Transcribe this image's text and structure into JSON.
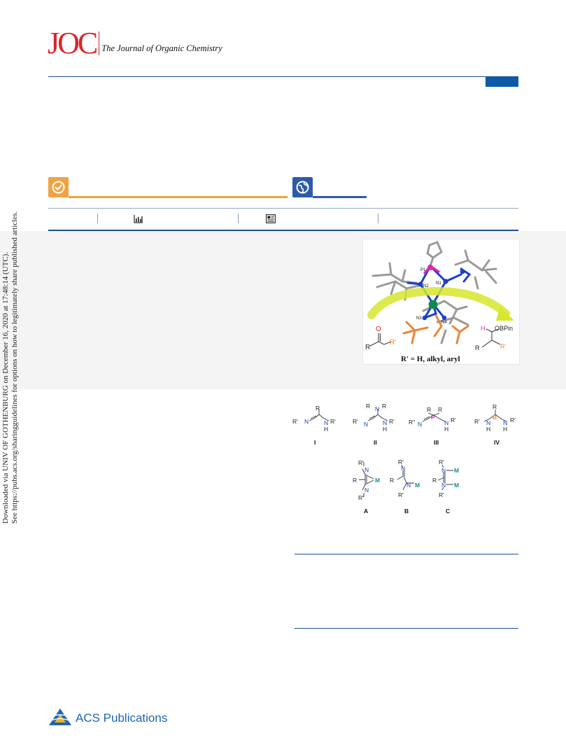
{
  "header": {
    "logo_mark": "JOC",
    "journal_name": "The Journal of Organic Chemistry"
  },
  "colors": {
    "joc_red": "#d9252a",
    "rule_blue": "#1b4f9a",
    "tab_blue": "#0d5aa7",
    "access_orange": "#f0a343",
    "access_blue": "#2c5ba8",
    "band_gray": "#f4f4f4",
    "acs_blue": "#1e64b4"
  },
  "access": {
    "check_icon": "checkmark-circle-icon",
    "globe_icon": "globe-icon"
  },
  "metrics": {
    "metrics_icon": "bar-chart-icon",
    "abstract_icon": "newspaper-icon"
  },
  "watermark": {
    "line1": "Downloaded via UNIV OF GOTHENBURG on December 16, 2020 at 17:48:14 (UTC).",
    "line2": "See https://pubs.acs.org/sharingguidelines for options on how to legitimately share published articles."
  },
  "toc_graphic": {
    "atom_labels": [
      "P1",
      "N2",
      "N1",
      "N3",
      "N4"
    ],
    "left_reactant_r": "R",
    "left_reactant_o": "O",
    "left_reactant_rprime": "R'",
    "product_h": "H",
    "product_obpin": "OBPin",
    "product_r": "R",
    "product_rprime": "R'",
    "caption": "R′ = H, alkyl, aryl"
  },
  "structures": {
    "labels": {
      "I": "I",
      "II": "II",
      "III": "III",
      "IV": "IV",
      "A": "A",
      "B": "B",
      "C": "C"
    },
    "s1": {
      "top": "R",
      "left": "R'",
      "n_left": "N",
      "n_right": "N",
      "h": "H",
      "right": "R'"
    },
    "s2": {
      "tl": "R",
      "n_top": "N",
      "tr": "R",
      "left": "R'",
      "n_left": "N",
      "n_right": "N",
      "h": "H",
      "right": "R'"
    },
    "s3": {
      "tl": "R",
      "tr": "R",
      "left": "R''",
      "n_left": "N",
      "p": "P",
      "n_right": "N",
      "h": "H",
      "right": "R'"
    },
    "s4": {
      "top": "R",
      "left": "R'",
      "n_left": "N",
      "b": "B",
      "n_right": "N",
      "h1": "H",
      "h2": "H",
      "right": "R'"
    },
    "sA": {
      "top": "R'",
      "n_top": "N",
      "r": "R",
      "m": "M",
      "n_bot": "N",
      "bot": "R'"
    },
    "sB": {
      "top": "R'",
      "n_top": "N",
      "r": "R",
      "n_bot": "N",
      "m": "M",
      "bot": "R'"
    },
    "sC": {
      "top": "R'",
      "n_top": "N",
      "m1": "M",
      "r": "R",
      "n_bot": "N",
      "m2": "M",
      "bot": "R'"
    }
  },
  "footer": {
    "acs_logo_icon": "acs-triangle-logo-icon",
    "label": "ACS Publications"
  }
}
